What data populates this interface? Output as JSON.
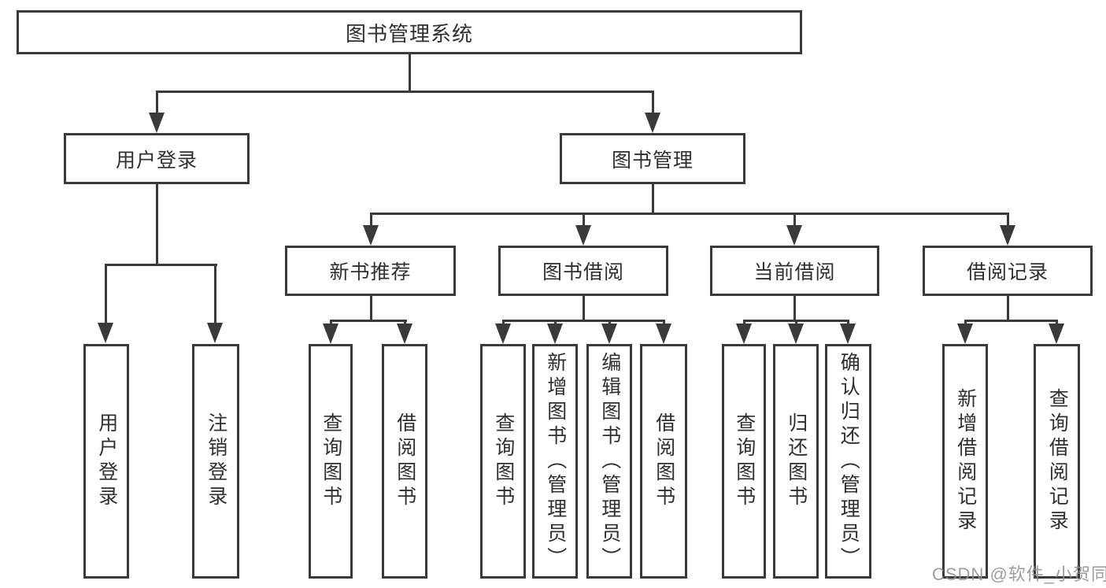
{
  "diagram": {
    "title": "图书管理系统",
    "nodes": {
      "root": "图书管理系统",
      "user_login": "用户登录",
      "book_mgmt": "图书管理",
      "new_book_rec": "新书推荐",
      "book_borrow": "图书借阅",
      "current_borrow": "当前借阅",
      "borrow_record": "借阅记录",
      "leaf_user_login": "用户登录",
      "leaf_logout": "注销登录",
      "leaf_query_book_nb": "查询图书",
      "leaf_borrow_book_nb": "借阅图书",
      "leaf_query_book_bb": "查询图书",
      "leaf_add_book": "新增图书（管理员）",
      "leaf_edit_book": "编辑图书（管理员）",
      "leaf_borrow_book_bb": "借阅图书",
      "leaf_query_book_cb": "查询图书",
      "leaf_return_book": "归还图书",
      "leaf_confirm_return": "确认归还（管理员）",
      "leaf_add_record": "新增借阅记录",
      "leaf_query_record": "查询借阅记录"
    },
    "watermark": "CSDN @软件_小贺同学",
    "colors": {
      "line": "#3a3a3a",
      "text": "#2f2f2f",
      "watermark": "#919191",
      "background": "#ffffff"
    }
  }
}
